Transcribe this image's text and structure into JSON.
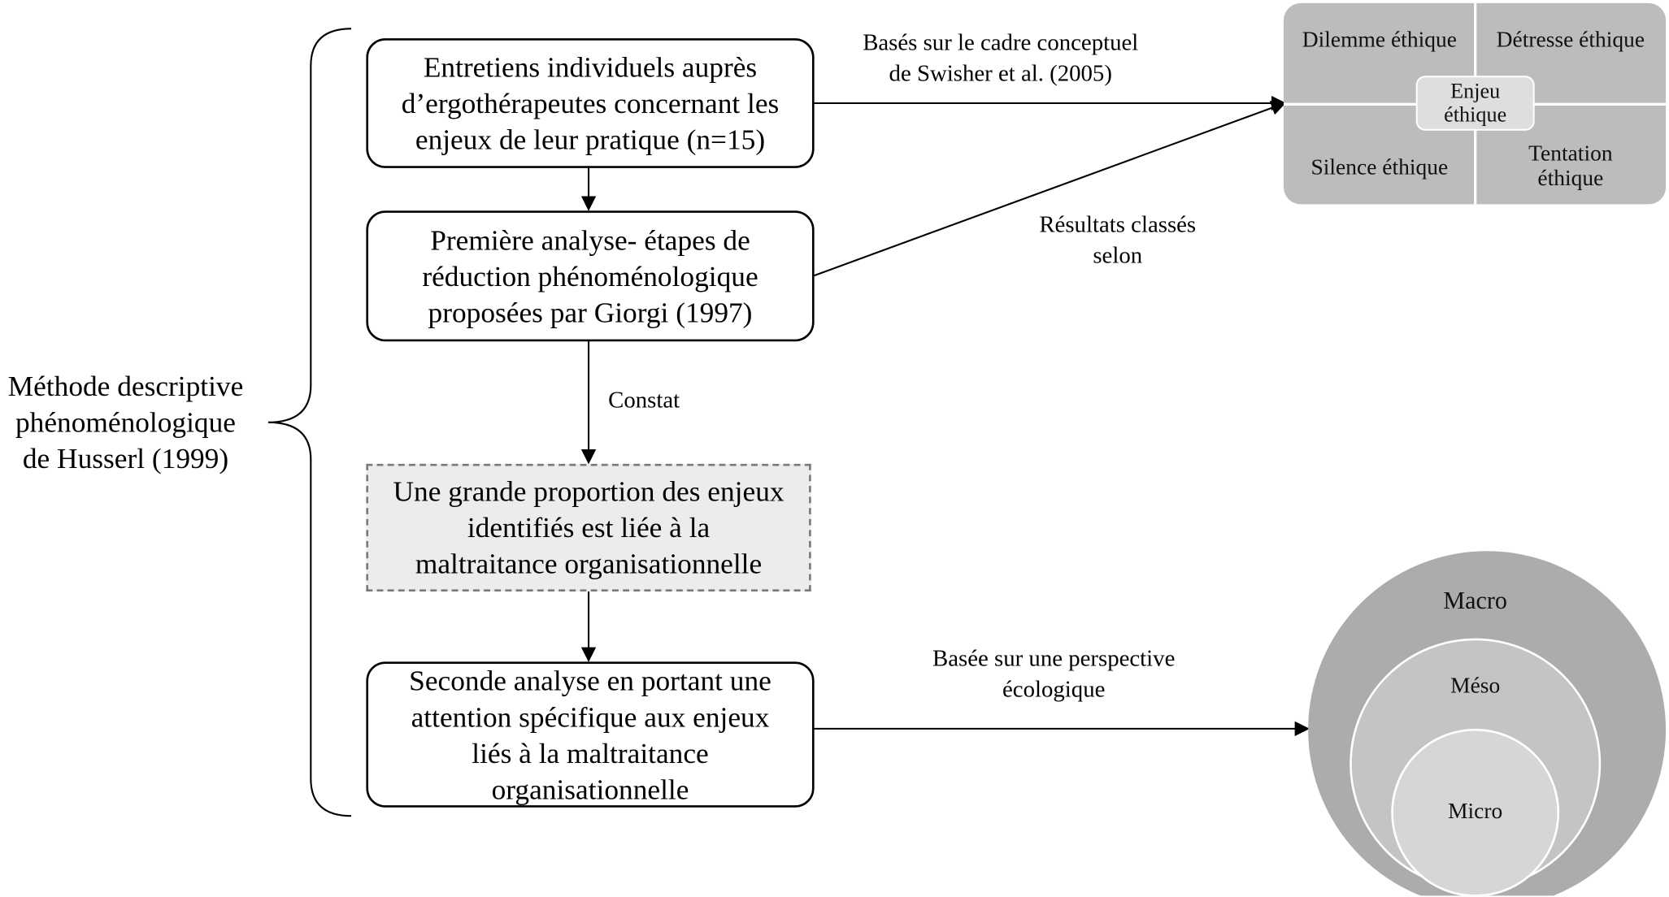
{
  "method_label": "Méthode descriptive\nphénoménologique\nde Husserl (1999)",
  "steps": {
    "interviews": "Entretiens individuels auprès\nd’ergothérapeutes concernant les\nenjeux de leur pratique (n=15)",
    "first_analysis": "Première analyse- étapes de\nréduction phénoménologique\nproposées par Giorgi (1997)",
    "finding": "Une grande proportion des enjeux\nidentifiés est liée à la\nmaltraitance organisationnelle",
    "second_analysis": "Seconde analyse en portant une\nattention spécifique aux enjeux\nliés à la maltraitance\norganisationnelle"
  },
  "edge_labels": {
    "framework": "Basés sur le cadre conceptuel\nde Swisher et al. (2005)",
    "results": "Résultats classés\nselon",
    "constat": "Constat",
    "ecological": "Basée sur une perspective\nécologique"
  },
  "ethics_grid": {
    "top_left": "Dilemme éthique",
    "top_right": "Détresse éthique",
    "bottom_left": "Silence éthique",
    "bottom_right": "Tentation\néthique",
    "center": "Enjeu\néthique"
  },
  "levels": {
    "outer": "Macro",
    "middle": "Méso",
    "inner": "Micro"
  },
  "colors": {
    "grid_fill": "#bcbcbc",
    "grid_center_fill": "#dedede",
    "macro_fill": "#acacac",
    "meso_fill": "#c4c4c4",
    "micro_fill": "#d6d6d6",
    "dashed_box_fill": "#ececec"
  }
}
